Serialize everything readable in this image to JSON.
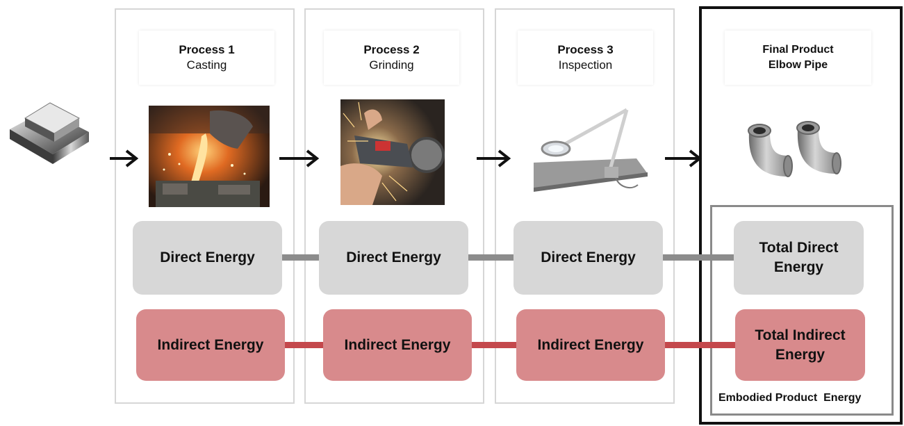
{
  "processes": [
    {
      "title": "Process 1",
      "subtitle": "Casting",
      "direct": "Direct Energy",
      "indirect": "Indirect Energy",
      "image_icon": "casting-image"
    },
    {
      "title": "Process 2",
      "subtitle": "Grinding",
      "direct": "Direct Energy",
      "indirect": "Indirect Energy",
      "image_icon": "grinding-image"
    },
    {
      "title": "Process 3",
      "subtitle": "Inspection",
      "direct": "Direct Energy",
      "indirect": "Indirect Energy",
      "image_icon": "inspection-lamp-image"
    }
  ],
  "final": {
    "title": "Final Product",
    "subtitle": "Elbow Pipe",
    "total_direct": "Total Direct Energy",
    "total_indirect": "Total Indirect Energy",
    "footnote": "Embodied Product  Energy",
    "image_icon": "elbow-pipe-image"
  },
  "input_icon": "metal-ingot-icon",
  "colors": {
    "direct_box": "#d7d7d7",
    "indirect_box": "#d88a8c",
    "direct_connector": "#8c8c8c",
    "indirect_connector": "#c4484c",
    "final_border": "#111111"
  }
}
